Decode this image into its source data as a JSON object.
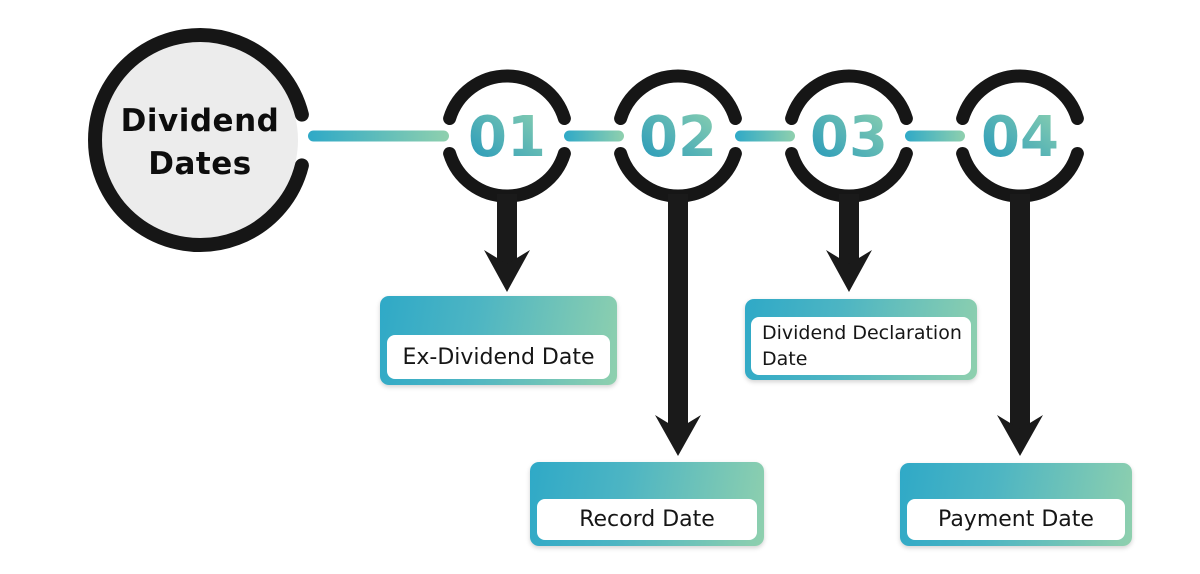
{
  "title": "Dividend Dates",
  "steps": [
    {
      "number": "01",
      "label": "Ex-Dividend Date"
    },
    {
      "number": "02",
      "label": "Record Date"
    },
    {
      "number": "03",
      "label": "Dividend Declaration Date"
    },
    {
      "number": "04",
      "label": "Payment Date"
    }
  ],
  "colors": {
    "accent_start": "#2FA9C7",
    "accent_end": "#8FD0AE",
    "ring_black": "#161616",
    "hub_fill": "#ECECEC",
    "card_text": "#161616"
  }
}
